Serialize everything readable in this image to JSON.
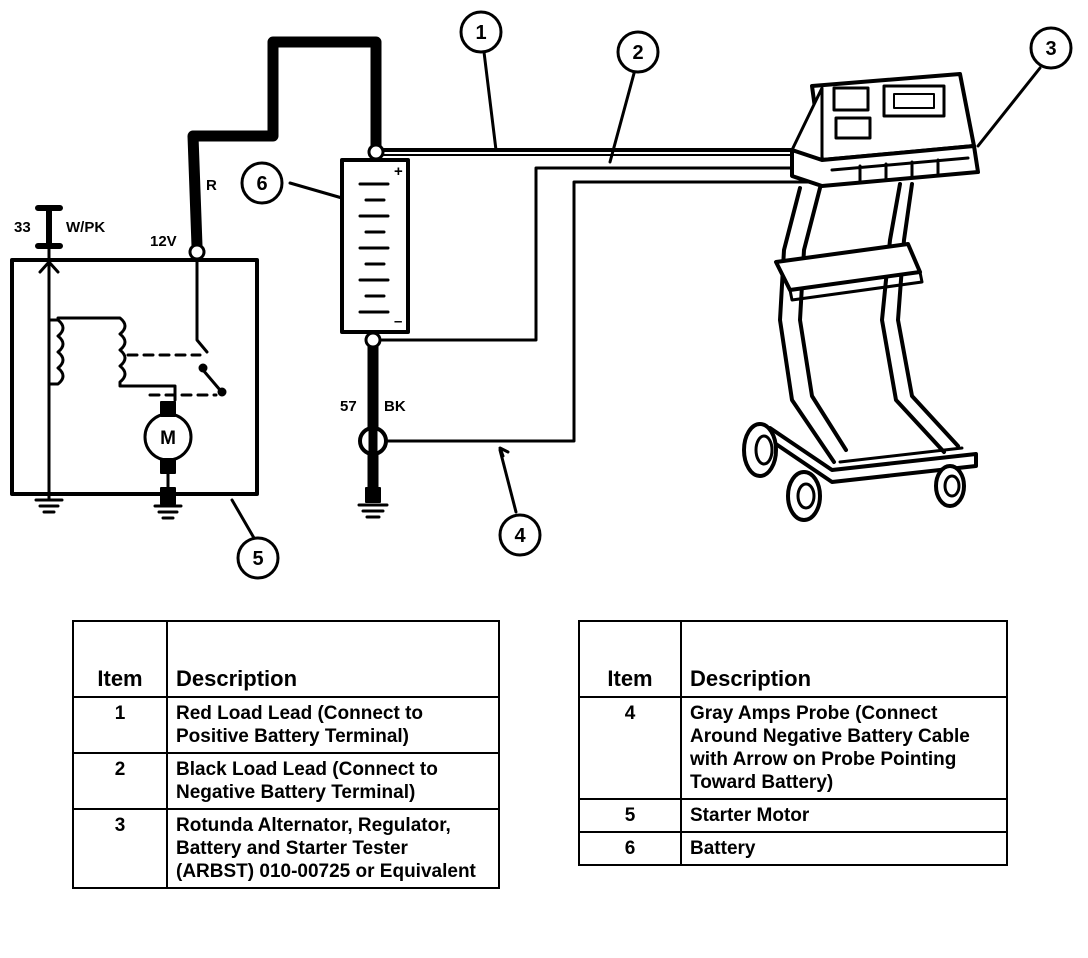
{
  "labels": {
    "wire_33": "33",
    "wire_w_pk": "W/PK",
    "voltage_12v": "12V",
    "wire_r": "R",
    "wire_57": "57",
    "wire_bk": "BK",
    "motor_m": "M",
    "plus": "+",
    "minus": "–"
  },
  "callouts": [
    "1",
    "2",
    "3",
    "4",
    "5",
    "6"
  ],
  "tables": {
    "headers": {
      "item": "Item",
      "description": "Description"
    },
    "left": [
      {
        "item": "1",
        "description": "Red Load Lead (Connect to Positive Battery Terminal)"
      },
      {
        "item": "2",
        "description": "Black Load Lead (Connect to Negative Battery Terminal)"
      },
      {
        "item": "3",
        "description": "Rotunda Alternator, Regulator, Battery and Starter Tester (ARBST) 010-00725 or Equivalent"
      }
    ],
    "right": [
      {
        "item": "4",
        "description": "Gray Amps Probe (Connect Around Negative Battery Cable with Arrow on Probe Pointing Toward Battery)"
      },
      {
        "item": "5",
        "description": "Starter Motor"
      },
      {
        "item": "6",
        "description": "Battery"
      }
    ]
  }
}
